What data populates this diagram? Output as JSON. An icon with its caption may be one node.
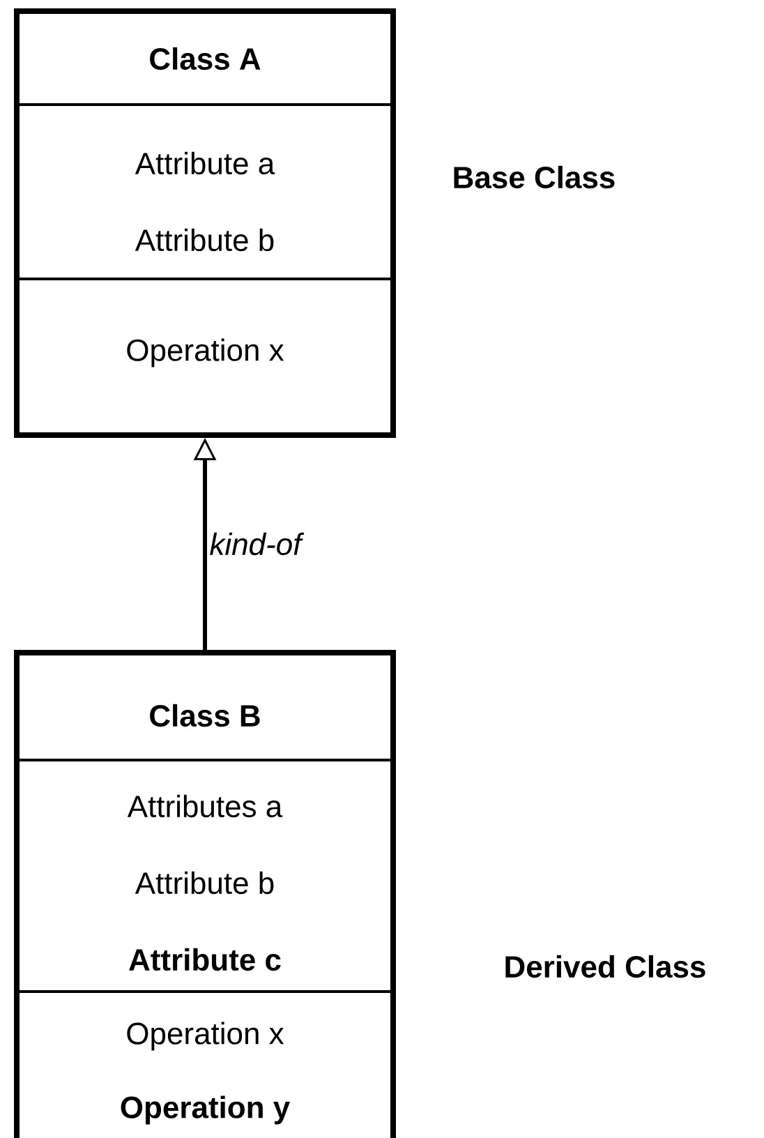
{
  "diagram": {
    "nodes": [
      {
        "text": [
          "Class A",
          "Attribute a",
          "Attribute b",
          "Operation x"
        ]
      },
      {
        "text": [
          "Class B",
          "Attributes a",
          "Attribute b",
          "**Attribute c**",
          "Operation x",
          "**Operation y**"
        ]
      }
    ],
    "edges": [
      {
        "from": 1,
        "to": 0,
        "arrow": "to",
        "label": "kind-of"
      }
    ],
    "labels": [
      "Base Class",
      "Derived Class"
    ]
  }
}
